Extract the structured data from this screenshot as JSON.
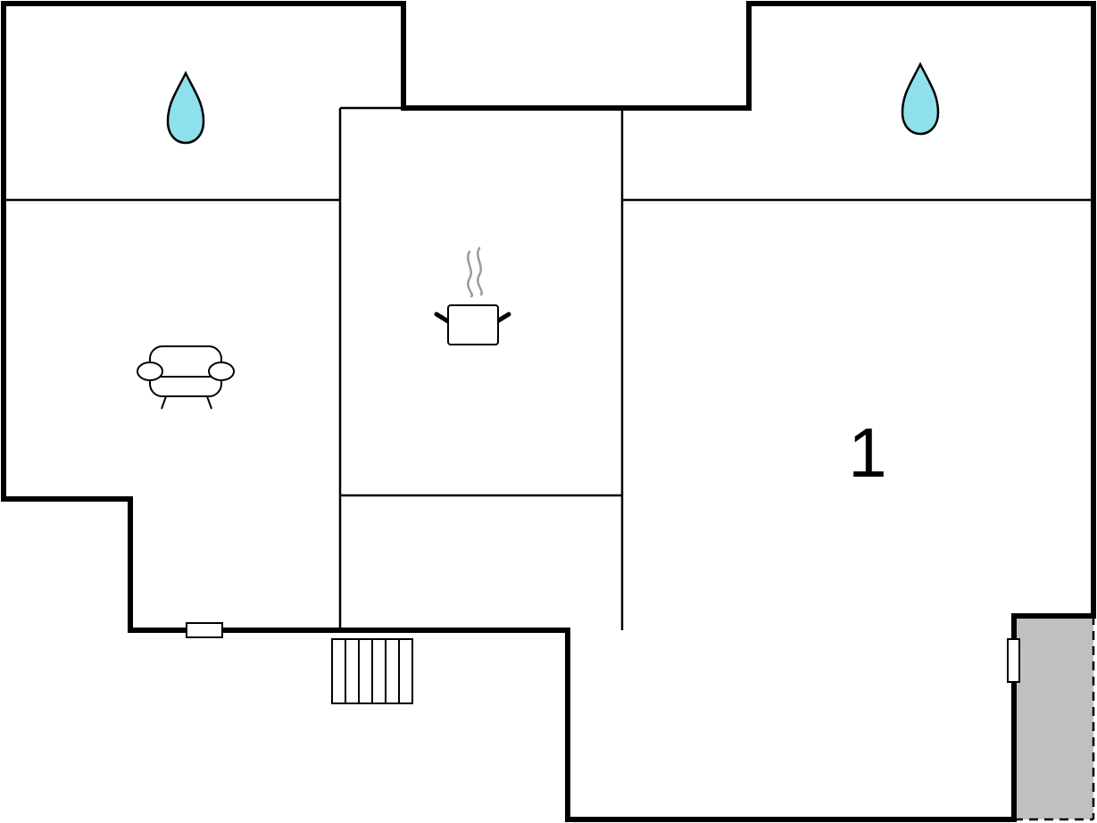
{
  "floor_plan": {
    "rooms": [
      {
        "id": "bathroom-left",
        "icon": "water-drop-icon"
      },
      {
        "id": "bathroom-right",
        "icon": "water-drop-icon"
      },
      {
        "id": "living-room",
        "icon": "armchair-icon"
      },
      {
        "id": "kitchen",
        "icon": "cooking-pot-icon"
      },
      {
        "id": "bedroom",
        "label": "1"
      }
    ],
    "colors": {
      "wall": "#000000",
      "water_drop": "#8ee0ec",
      "steam": "#9a9a9a",
      "terrace": "#c0c0c0",
      "background": "#ffffff"
    }
  }
}
